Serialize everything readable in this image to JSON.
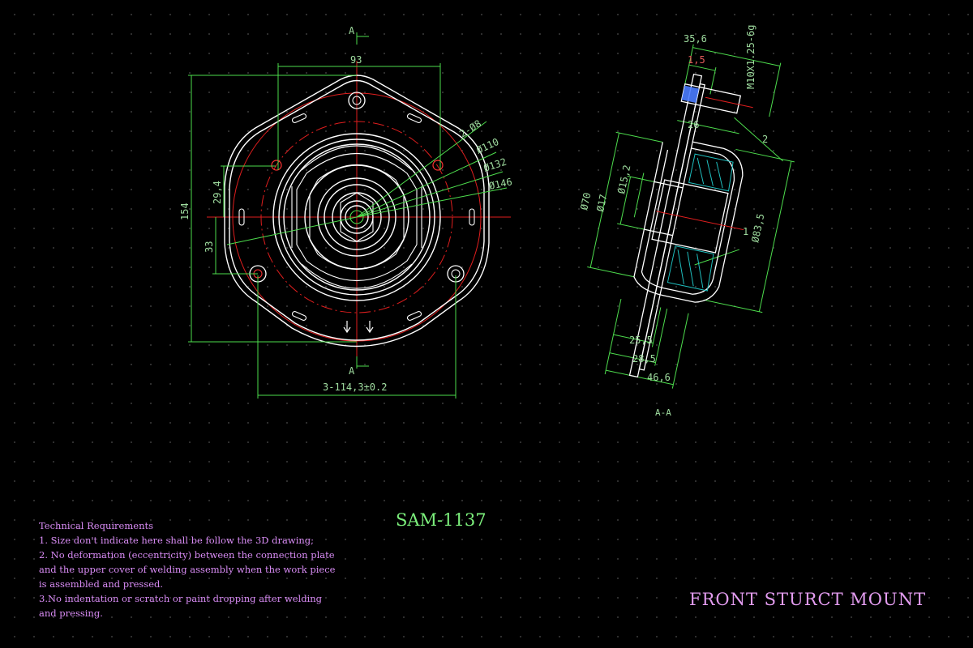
{
  "front_view": {
    "section_label_top": "A",
    "section_label_bottom": "A",
    "dims": {
      "width_93": "93",
      "height_154": "154",
      "d_29_4": "29,4",
      "d_33": "33",
      "holes": "2-Ø8",
      "dia_110": "Ø110",
      "dia_132": "Ø132",
      "dia_146": "Ø146",
      "bolt_circle": "3-114,3±0.2"
    }
  },
  "side_view": {
    "dims": {
      "d_35_6": "35,6",
      "d_1_5": "1,5",
      "thread": "M10X1.25-6g",
      "d_26": "26",
      "d_70": "Ø70",
      "d_17": "Ø17",
      "d_15_2": "Ø15,2",
      "d_83_5": "Ø83,5",
      "d_25_5": "25,5",
      "d_28_5": "28,5",
      "d_46_6": "46,6"
    },
    "callout_1": "1",
    "callout_2": "2",
    "section_name": "A-A"
  },
  "tech_requirements": {
    "heading": "Technical Requirements",
    "lines": [
      "1. Size don't indicate here shall be follow the 3D drawing;",
      "2. No deformation (eccentricity) between the connection plate",
      "and the upper cover of welding assembly when the work piece",
      "is assembled and pressed.",
      "3.No indentation or scratch or paint dropping after welding",
      "and pressing."
    ]
  },
  "part_code": "SAM-1137",
  "drawing_title": "FRONT STURCT MOUNT",
  "colors": {
    "outline": "#ffffff",
    "dimension": "#4ddc4d",
    "centerline": "#e01e1e",
    "text_magenta": "#d98cf5",
    "hatch": "#1fbfbf",
    "accent_blue": "#4a7cff"
  }
}
